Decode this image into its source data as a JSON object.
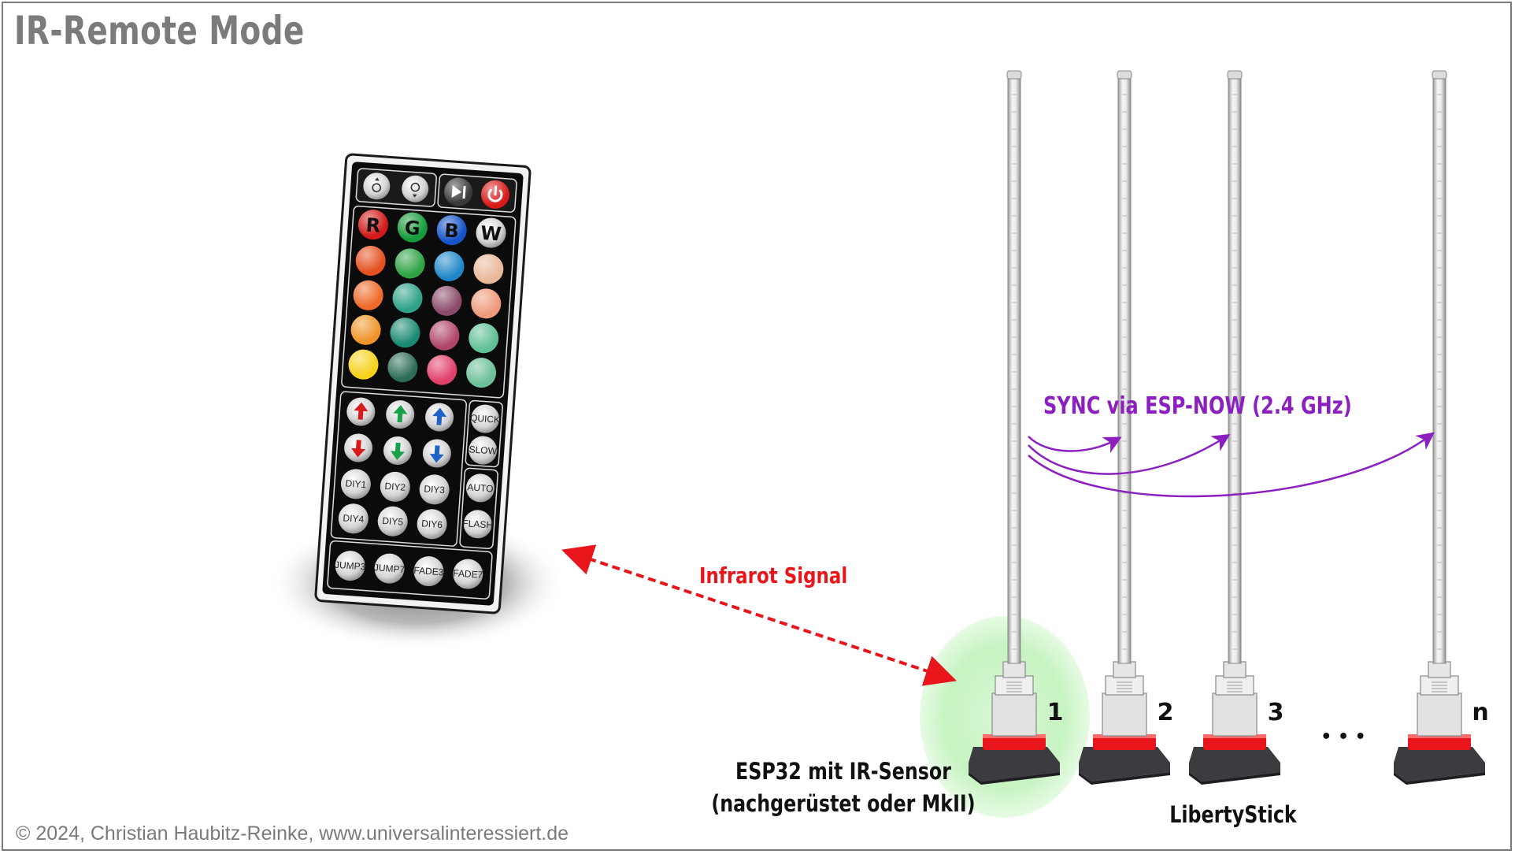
{
  "title": "IR-Remote Mode",
  "copyright": "© 2024, Christian Haubitz-Reinke, www.universalinteressiert.de",
  "labels": {
    "infrared": "Infrarot Signal",
    "sync": "SYNC via ESP-NOW (2.4 GHz)",
    "esp_line1": "ESP32 mit IR-Sensor",
    "esp_line2": "(nachgerüstet oder MkII)",
    "product": "LibertyStick",
    "ellipsis": "• • •"
  },
  "sticks": [
    {
      "label": "1"
    },
    {
      "label": "2"
    },
    {
      "label": "3"
    },
    {
      "label": "n"
    }
  ],
  "colors": {
    "infrared": "#e8151b",
    "sync": "#8b1fc0",
    "title": "#7b7b7b",
    "highlight": "#c9f5c6"
  },
  "remote": {
    "top_row": [
      "brightness-up-icon",
      "brightness-down-icon",
      "play-pause-icon",
      "power-icon"
    ],
    "rgbw": [
      "R",
      "G",
      "B",
      "W"
    ],
    "color_grid": [
      [
        "#e4501f",
        "#2fa344",
        "#1f87c9",
        "#e8b89a"
      ],
      [
        "#ee6a2a",
        "#2ea187",
        "#8a4a68",
        "#ee9a7a"
      ],
      [
        "#f0942a",
        "#1b8a72",
        "#b0466a",
        "#5fbf95"
      ],
      [
        "#f7d21d",
        "#2d6c58",
        "#e03f6a",
        "#6cbf98"
      ]
    ],
    "arrows": [
      "up-red",
      "up-green",
      "up-blue",
      "down-red",
      "down-green",
      "down-blue"
    ],
    "side_buttons": [
      "QUICK",
      "SLOW",
      "AUTO",
      "FLASH"
    ],
    "diy": [
      "DIY1",
      "DIY2",
      "DIY3",
      "DIY4",
      "DIY5",
      "DIY6"
    ],
    "bottom": [
      "JUMP3",
      "JUMP7",
      "FADE3",
      "FADE7"
    ]
  }
}
